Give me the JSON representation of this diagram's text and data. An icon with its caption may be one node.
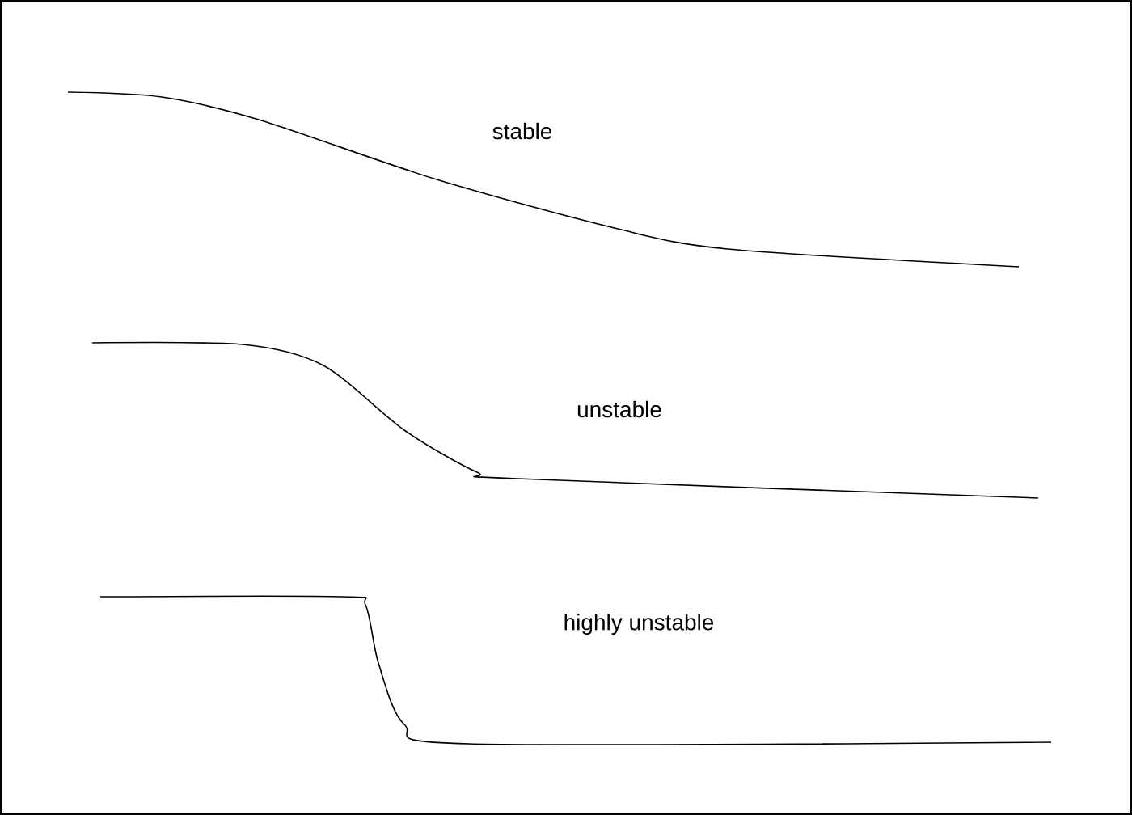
{
  "diagram": {
    "labels": [
      "stable",
      "unstable",
      "highly unstable"
    ]
  }
}
